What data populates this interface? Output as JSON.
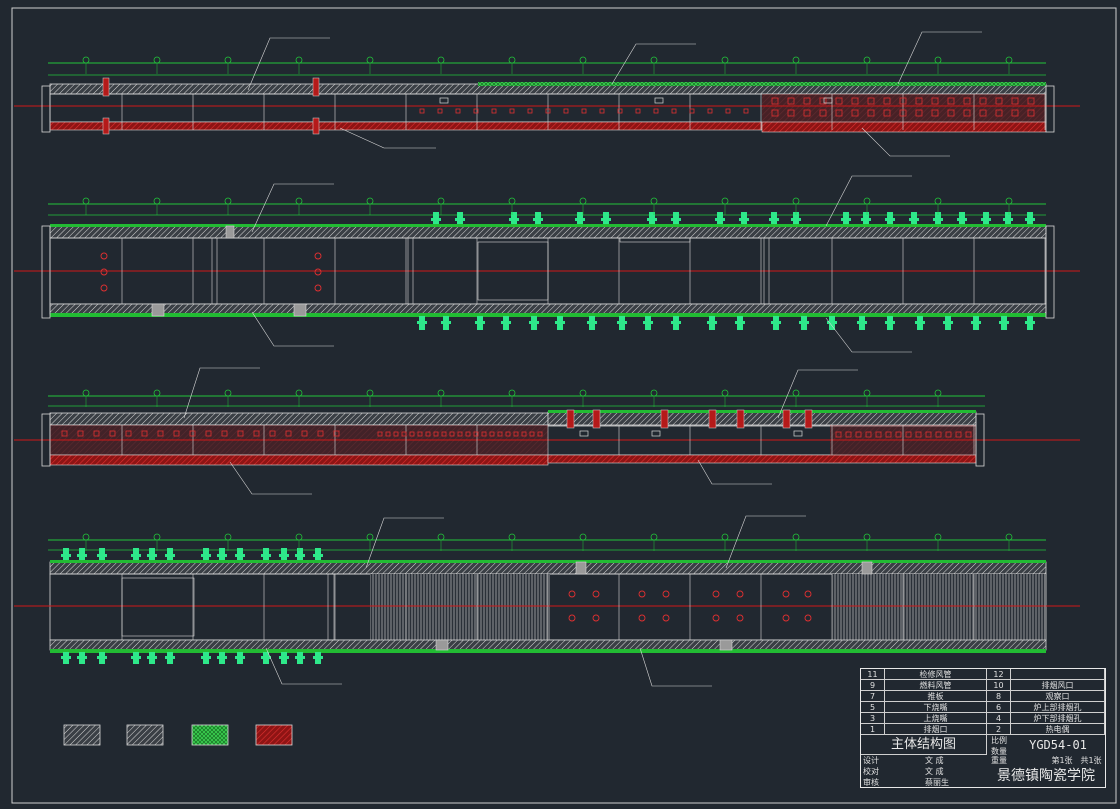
{
  "title_block": {
    "items": [
      {
        "left_no": "11",
        "left_name": "检修风管",
        "right_no": "12",
        "right_name": ""
      },
      {
        "left_no": "9",
        "left_name": "燃料风管",
        "right_no": "10",
        "right_name": "排烟风口"
      },
      {
        "left_no": "7",
        "left_name": "推板",
        "right_no": "8",
        "right_name": "观察口"
      },
      {
        "left_no": "5",
        "left_name": "下烧嘴",
        "right_no": "6",
        "right_name": "炉上部排烟孔"
      },
      {
        "left_no": "3",
        "left_name": "上烧嘴",
        "right_no": "4",
        "right_name": "炉下部排烟孔"
      },
      {
        "left_no": "1",
        "left_name": "排烟口",
        "right_no": "2",
        "right_name": "热电偶"
      }
    ],
    "drawing_title": "主体结构图",
    "scale_label": "比例",
    "quantity_label": "数量",
    "weight_label": "重量",
    "drawing_code": "YGD54-01",
    "sheet_label": "第1张",
    "total_label": "共1张",
    "people": [
      {
        "role": "设计",
        "name": "文 成"
      },
      {
        "role": "校对",
        "name": "文 成"
      },
      {
        "role": "审核",
        "name": "蔡丽生"
      }
    ],
    "school": "景德镇陶瓷学院"
  },
  "colors": {
    "background": "#212830",
    "dimension_line": "#22c43a",
    "center_line": "#d01818",
    "wall": "#d9d9d9",
    "hatch_red": "#c81e1e",
    "hatch_green": "#22bb33",
    "burner": "#2ee88a"
  }
}
